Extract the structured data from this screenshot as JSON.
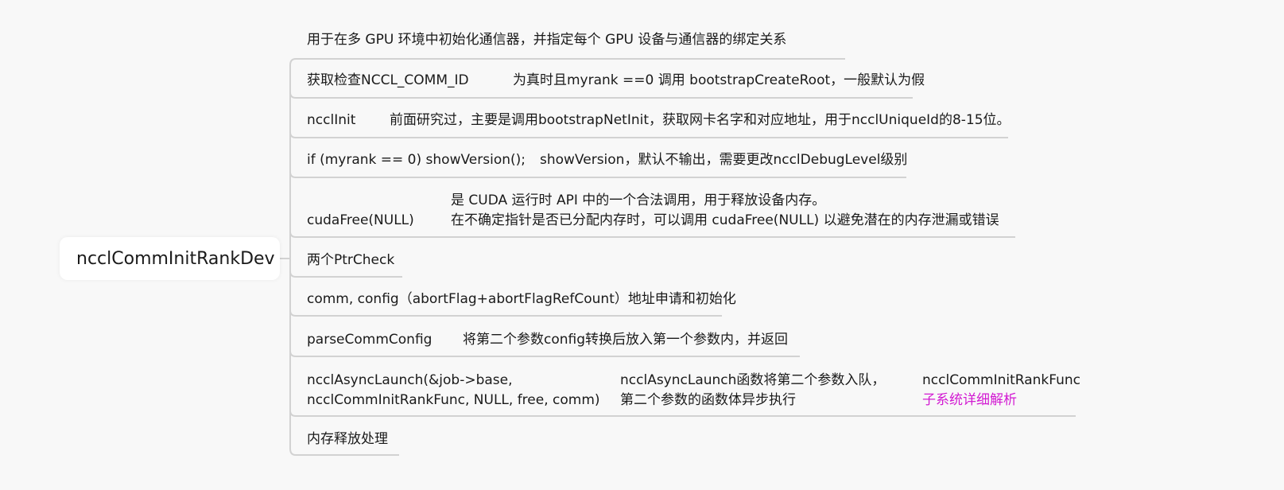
{
  "root": {
    "label": "ncclCommInitRankDev"
  },
  "nodes": [
    {
      "id": "n1",
      "text": "用于在多 GPU 环境中初始化通信器，并指定每个 GPU 设备与通信器的绑定关系"
    },
    {
      "id": "n2",
      "text": "获取检查NCCL_COMM_ID",
      "note": "为真时且myrank ==0 调用 bootstrapCreateRoot，一般默认为假"
    },
    {
      "id": "n3",
      "text": "ncclInit",
      "note": "前面研究过，主要是调用bootstrapNetInit，获取网卡名字和对应地址，用于ncclUniqueId的8-15位。"
    },
    {
      "id": "n4",
      "text": "if (myrank == 0) showVersion();",
      "note": "showVersion，默认不输出，需要更改ncclDebugLevel级别"
    },
    {
      "id": "n5",
      "text": "cudaFree(NULL)",
      "note_line1": "是 CUDA 运行时 API 中的一个合法调用，用于释放设备内存。",
      "note_line2": "在不确定指针是否已分配内存时，可以调用 cudaFree(NULL) 以避免潜在的内存泄漏或错误"
    },
    {
      "id": "n6",
      "text": "两个PtrCheck"
    },
    {
      "id": "n7",
      "text": "comm, config（abortFlag+abortFlagRefCount）地址申请和初始化"
    },
    {
      "id": "n8",
      "text": "parseCommConfig",
      "note": "将第二个参数config转换后放入第一个参数内，并返回"
    },
    {
      "id": "n9",
      "text_line1": "ncclAsyncLaunch(&job->base,",
      "text_line2": "ncclCommInitRankFunc, NULL, free, comm)",
      "note_line1": "ncclAsyncLaunch函数将第二个参数入队，",
      "note_line2": "第二个参数的函数体异步执行",
      "link_line1": "ncclCommInitRankFunc",
      "link_line2": "子系统详细解析"
    },
    {
      "id": "n10",
      "text": "内存释放处理"
    }
  ],
  "colors": {
    "line": "#d2d2d2",
    "link": "#d21ad2",
    "background": "#f8f8f8"
  }
}
